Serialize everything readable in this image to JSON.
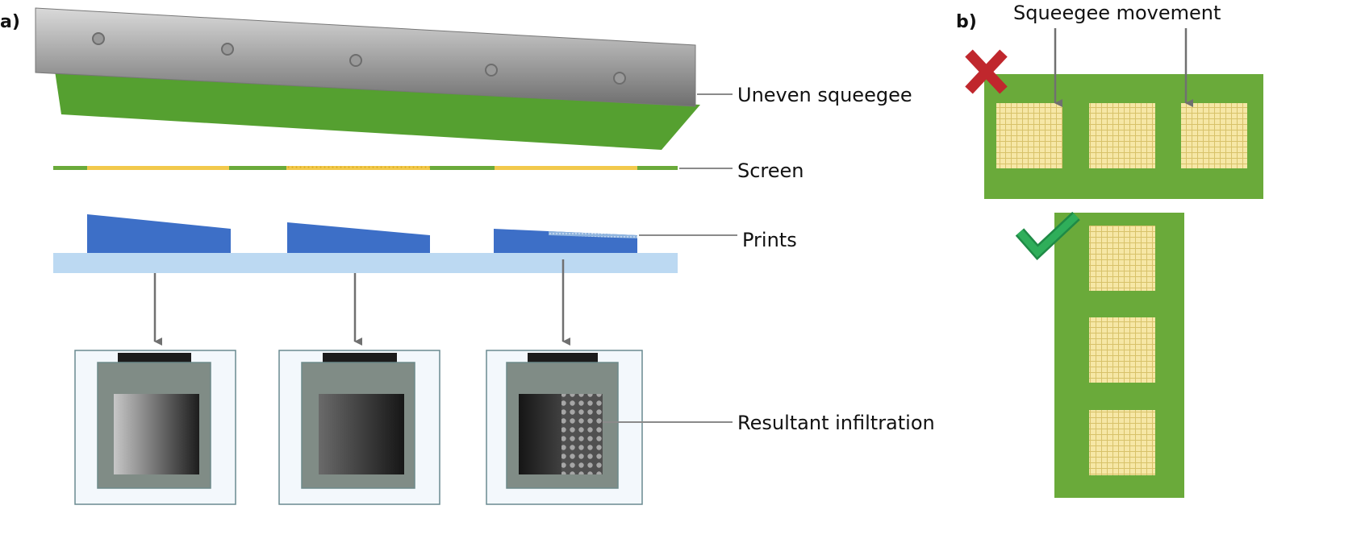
{
  "panel_a": {
    "label": "a)",
    "callouts": {
      "squeegee": "Uneven squeegee",
      "screen": "Screen",
      "prints": "Prints",
      "infiltration": "Resultant infiltration"
    }
  },
  "panel_b": {
    "label": "b)",
    "movement_label": "Squeegee movement",
    "wrong_orientation_icon": "cross-icon",
    "correct_orientation_icon": "check-icon"
  },
  "colors": {
    "squeegee_gray": "#8f8f8f",
    "blade_green": "#55a030",
    "screen_yellow": "#f2c94c",
    "print_blue": "#3d6fc7",
    "substrate_blue": "#bcd9f2",
    "board_green": "#6aaa3a",
    "cell_yellow": "#f6e7a6",
    "cross_red": "#c0272d",
    "check_green": "#2fae5a"
  }
}
